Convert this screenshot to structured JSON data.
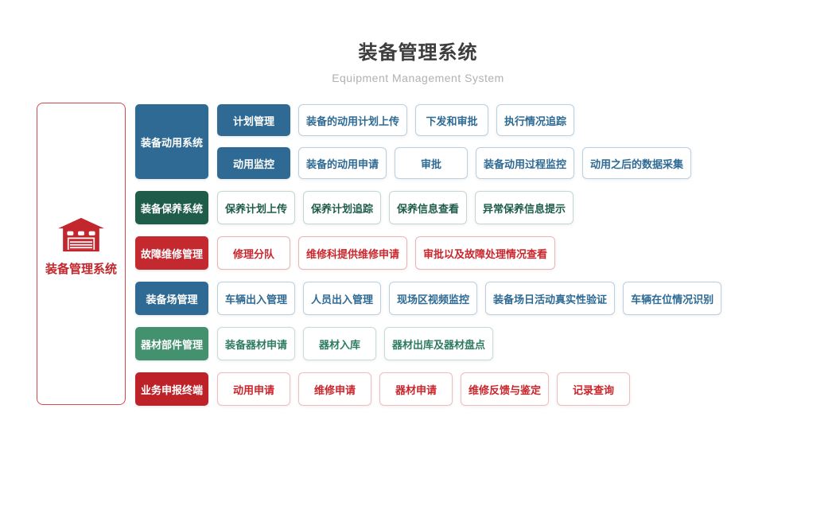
{
  "header": {
    "title": "装备管理系统",
    "subtitle": "Equipment Management System"
  },
  "root": {
    "label": "装备管理系统",
    "icon": "garage-icon",
    "border_color": "#d4494e",
    "accent_color": "#c2272d"
  },
  "themes": {
    "blue": {
      "solid": "#2e6a93",
      "outline_border": "#b9d0e2",
      "outline_text": "#2e6a93"
    },
    "darkgreen": {
      "solid": "#1f5c4a",
      "outline_border": "#c2d8d0",
      "outline_text": "#1f5c4a"
    },
    "red": {
      "solid": "#c3292f",
      "outline_border": "#eeb3b5",
      "outline_text": "#cb262c"
    },
    "green": {
      "solid": "#43916e",
      "outline_border": "#c6ddd2",
      "outline_text": "#2e7c5f"
    },
    "darkred": {
      "solid": "#bd2228",
      "outline_border": "#f0bcbe",
      "outline_text": "#c9262c"
    }
  },
  "groups": [
    {
      "label": "装备动用系统",
      "theme": "blue",
      "subrows": [
        {
          "label": "计划管理",
          "items": [
            "装备的动用计划上传",
            "下发和审批",
            "执行情况追踪"
          ]
        },
        {
          "label": "动用监控",
          "items": [
            "装备的动用申请",
            "审批",
            "装备动用过程监控",
            "动用之后的数据采集"
          ]
        }
      ]
    },
    {
      "label": "装备保养系统",
      "theme": "darkgreen",
      "items": [
        "保养计划上传",
        "保养计划追踪",
        "保养信息查看",
        "异常保养信息提示"
      ]
    },
    {
      "label": "故障维修管理",
      "theme": "red",
      "items": [
        "修理分队",
        "维修科提供维修申请",
        "审批以及故障处理情况查看"
      ]
    },
    {
      "label": "装备场管理",
      "theme": "blue",
      "items": [
        "车辆出入管理",
        "人员出入管理",
        "现场区视频监控",
        "装备场日活动真实性验证",
        "车辆在位情况识别"
      ]
    },
    {
      "label": "器材部件管理",
      "theme": "green",
      "items": [
        "装备器材申请",
        "器材入库",
        "器材出库及器材盘点"
      ]
    },
    {
      "label": "业务申报终端",
      "theme": "darkred",
      "items": [
        "动用申请",
        "维修申请",
        "器材申请",
        "维修反馈与鉴定",
        "记录查询"
      ]
    }
  ]
}
